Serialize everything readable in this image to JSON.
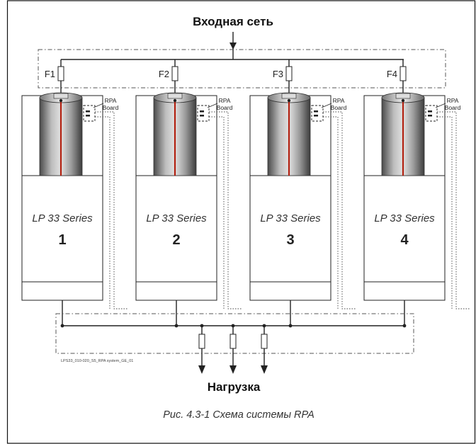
{
  "diagram": {
    "input_label": "Входная сеть",
    "output_label": "Нагрузка",
    "caption": "Рис. 4.3-1  Схема системы RPA",
    "reference": "LPS33_010-020_S5_RPA system_GE_01",
    "board_label_line1": "RPA",
    "board_label_line2": "Board",
    "units": [
      {
        "fuse": "F1",
        "series": "LP 33 Series",
        "number": "1"
      },
      {
        "fuse": "F2",
        "series": "LP 33 Series",
        "number": "2"
      },
      {
        "fuse": "F3",
        "series": "LP 33 Series",
        "number": "3"
      },
      {
        "fuse": "F4",
        "series": "LP 33 Series",
        "number": "4"
      }
    ],
    "output_arrow_count": 3,
    "colors": {
      "cylinder_stripe": "#b22010",
      "line": "#333333"
    }
  }
}
